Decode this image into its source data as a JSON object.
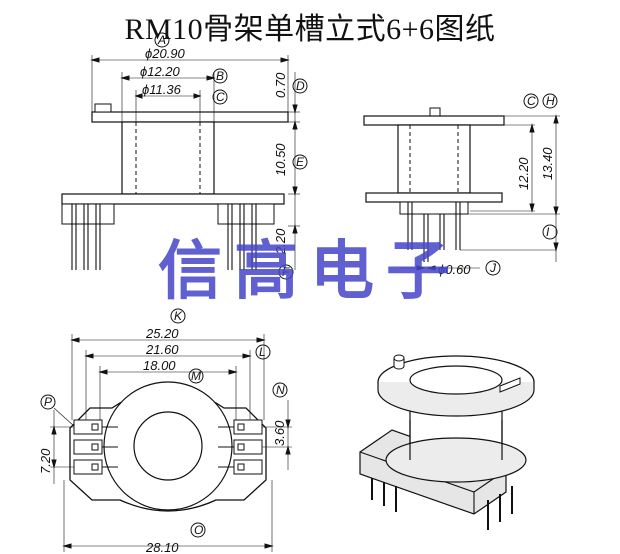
{
  "title": "RM10骨架单槽立式6+6图纸",
  "watermark": "信高电子",
  "front_view": {
    "dims": {
      "d1": "ϕ20.90",
      "d2": "ϕ12.20",
      "d3": "ϕ11.36",
      "h1": "0.70",
      "h2": "10.50",
      "h3": "2.20"
    },
    "labels": {
      "a": "A",
      "b": "B",
      "c": "C",
      "d": "D",
      "e": "E",
      "f": "F"
    }
  },
  "side_view": {
    "dims": {
      "h1": "12.20",
      "h2": "13.40",
      "pin": "ϕ0.60"
    },
    "labels": {
      "c": "C",
      "h": "H",
      "i": "I",
      "j": "J"
    }
  },
  "bottom_view": {
    "dims": {
      "w1": "25.20",
      "w2": "21.60",
      "w3": "18.00",
      "w4": "28.10",
      "v1": "3.60",
      "v2": "7.20"
    },
    "labels": {
      "k": "K",
      "l": "L",
      "m": "M",
      "n": "N",
      "o": "O",
      "p": "P"
    }
  },
  "colors": {
    "line": "#111111",
    "watermark": "#4545c8",
    "shade": "#e6e6e6"
  }
}
